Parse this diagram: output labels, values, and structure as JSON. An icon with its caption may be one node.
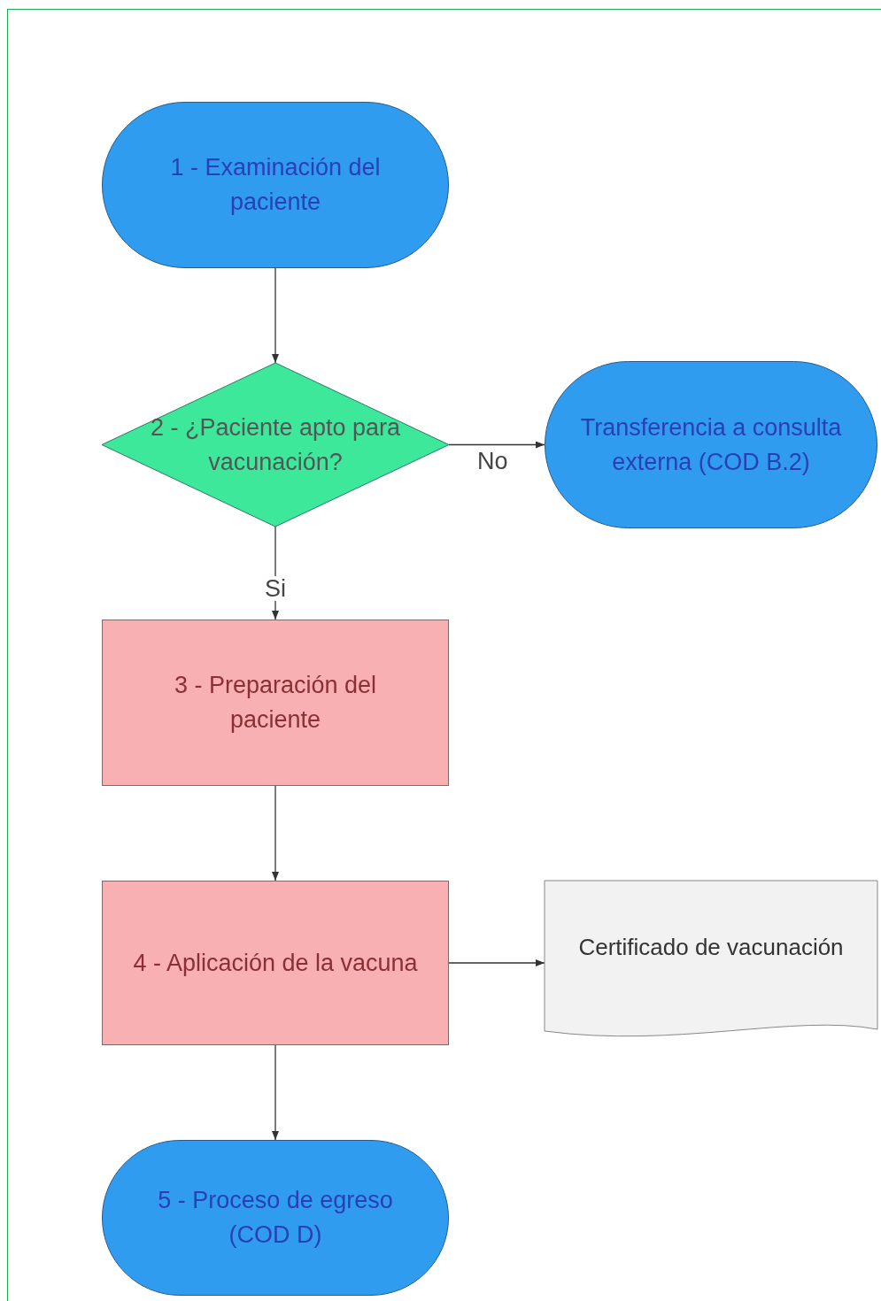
{
  "diagram": {
    "nodes": [
      {
        "text": [
          "1 - Examinación del paciente"
        ]
      },
      {
        "text": [
          "2 - ¿Paciente apto para vacunación?"
        ]
      },
      {
        "text": [
          "Transferencia a consulta externa (COD B.2)"
        ]
      },
      {
        "text": [
          "3 - Preparación del paciente"
        ]
      },
      {
        "text": [
          "4 - Aplicación de la vacuna"
        ]
      },
      {
        "text": [
          "Certificado de vacunación"
        ]
      },
      {
        "text": [
          "5 - Proceso de egreso (COD D)"
        ]
      }
    ],
    "edges": [
      {
        "from": 0,
        "to": 1,
        "arrow": "to"
      },
      {
        "from": 1,
        "to": 2,
        "arrow": "to",
        "label": "No"
      },
      {
        "from": 1,
        "to": 3,
        "arrow": "to",
        "label": "Si"
      },
      {
        "from": 3,
        "to": 4,
        "arrow": "to"
      },
      {
        "from": 4,
        "to": 5,
        "arrow": "to"
      },
      {
        "from": 4,
        "to": 6,
        "arrow": "to"
      }
    ]
  }
}
